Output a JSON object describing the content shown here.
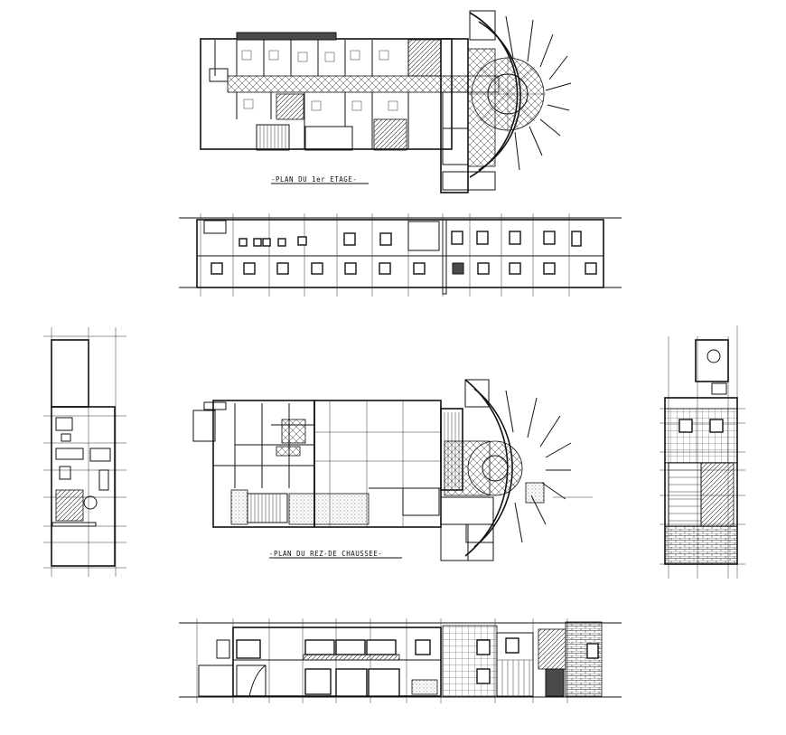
{
  "drawing": {
    "first_floor_plan_title": "-PLAN DU 1er ETAGE-",
    "ground_floor_plan_title": "-PLAN DU REZ-DE CHAUSSEE-"
  },
  "views": [
    {
      "name": "first-floor-plan"
    },
    {
      "name": "front-elevation"
    },
    {
      "name": "left-side-elevation"
    },
    {
      "name": "ground-floor-plan"
    },
    {
      "name": "right-side-elevation"
    },
    {
      "name": "rear-elevation"
    }
  ]
}
